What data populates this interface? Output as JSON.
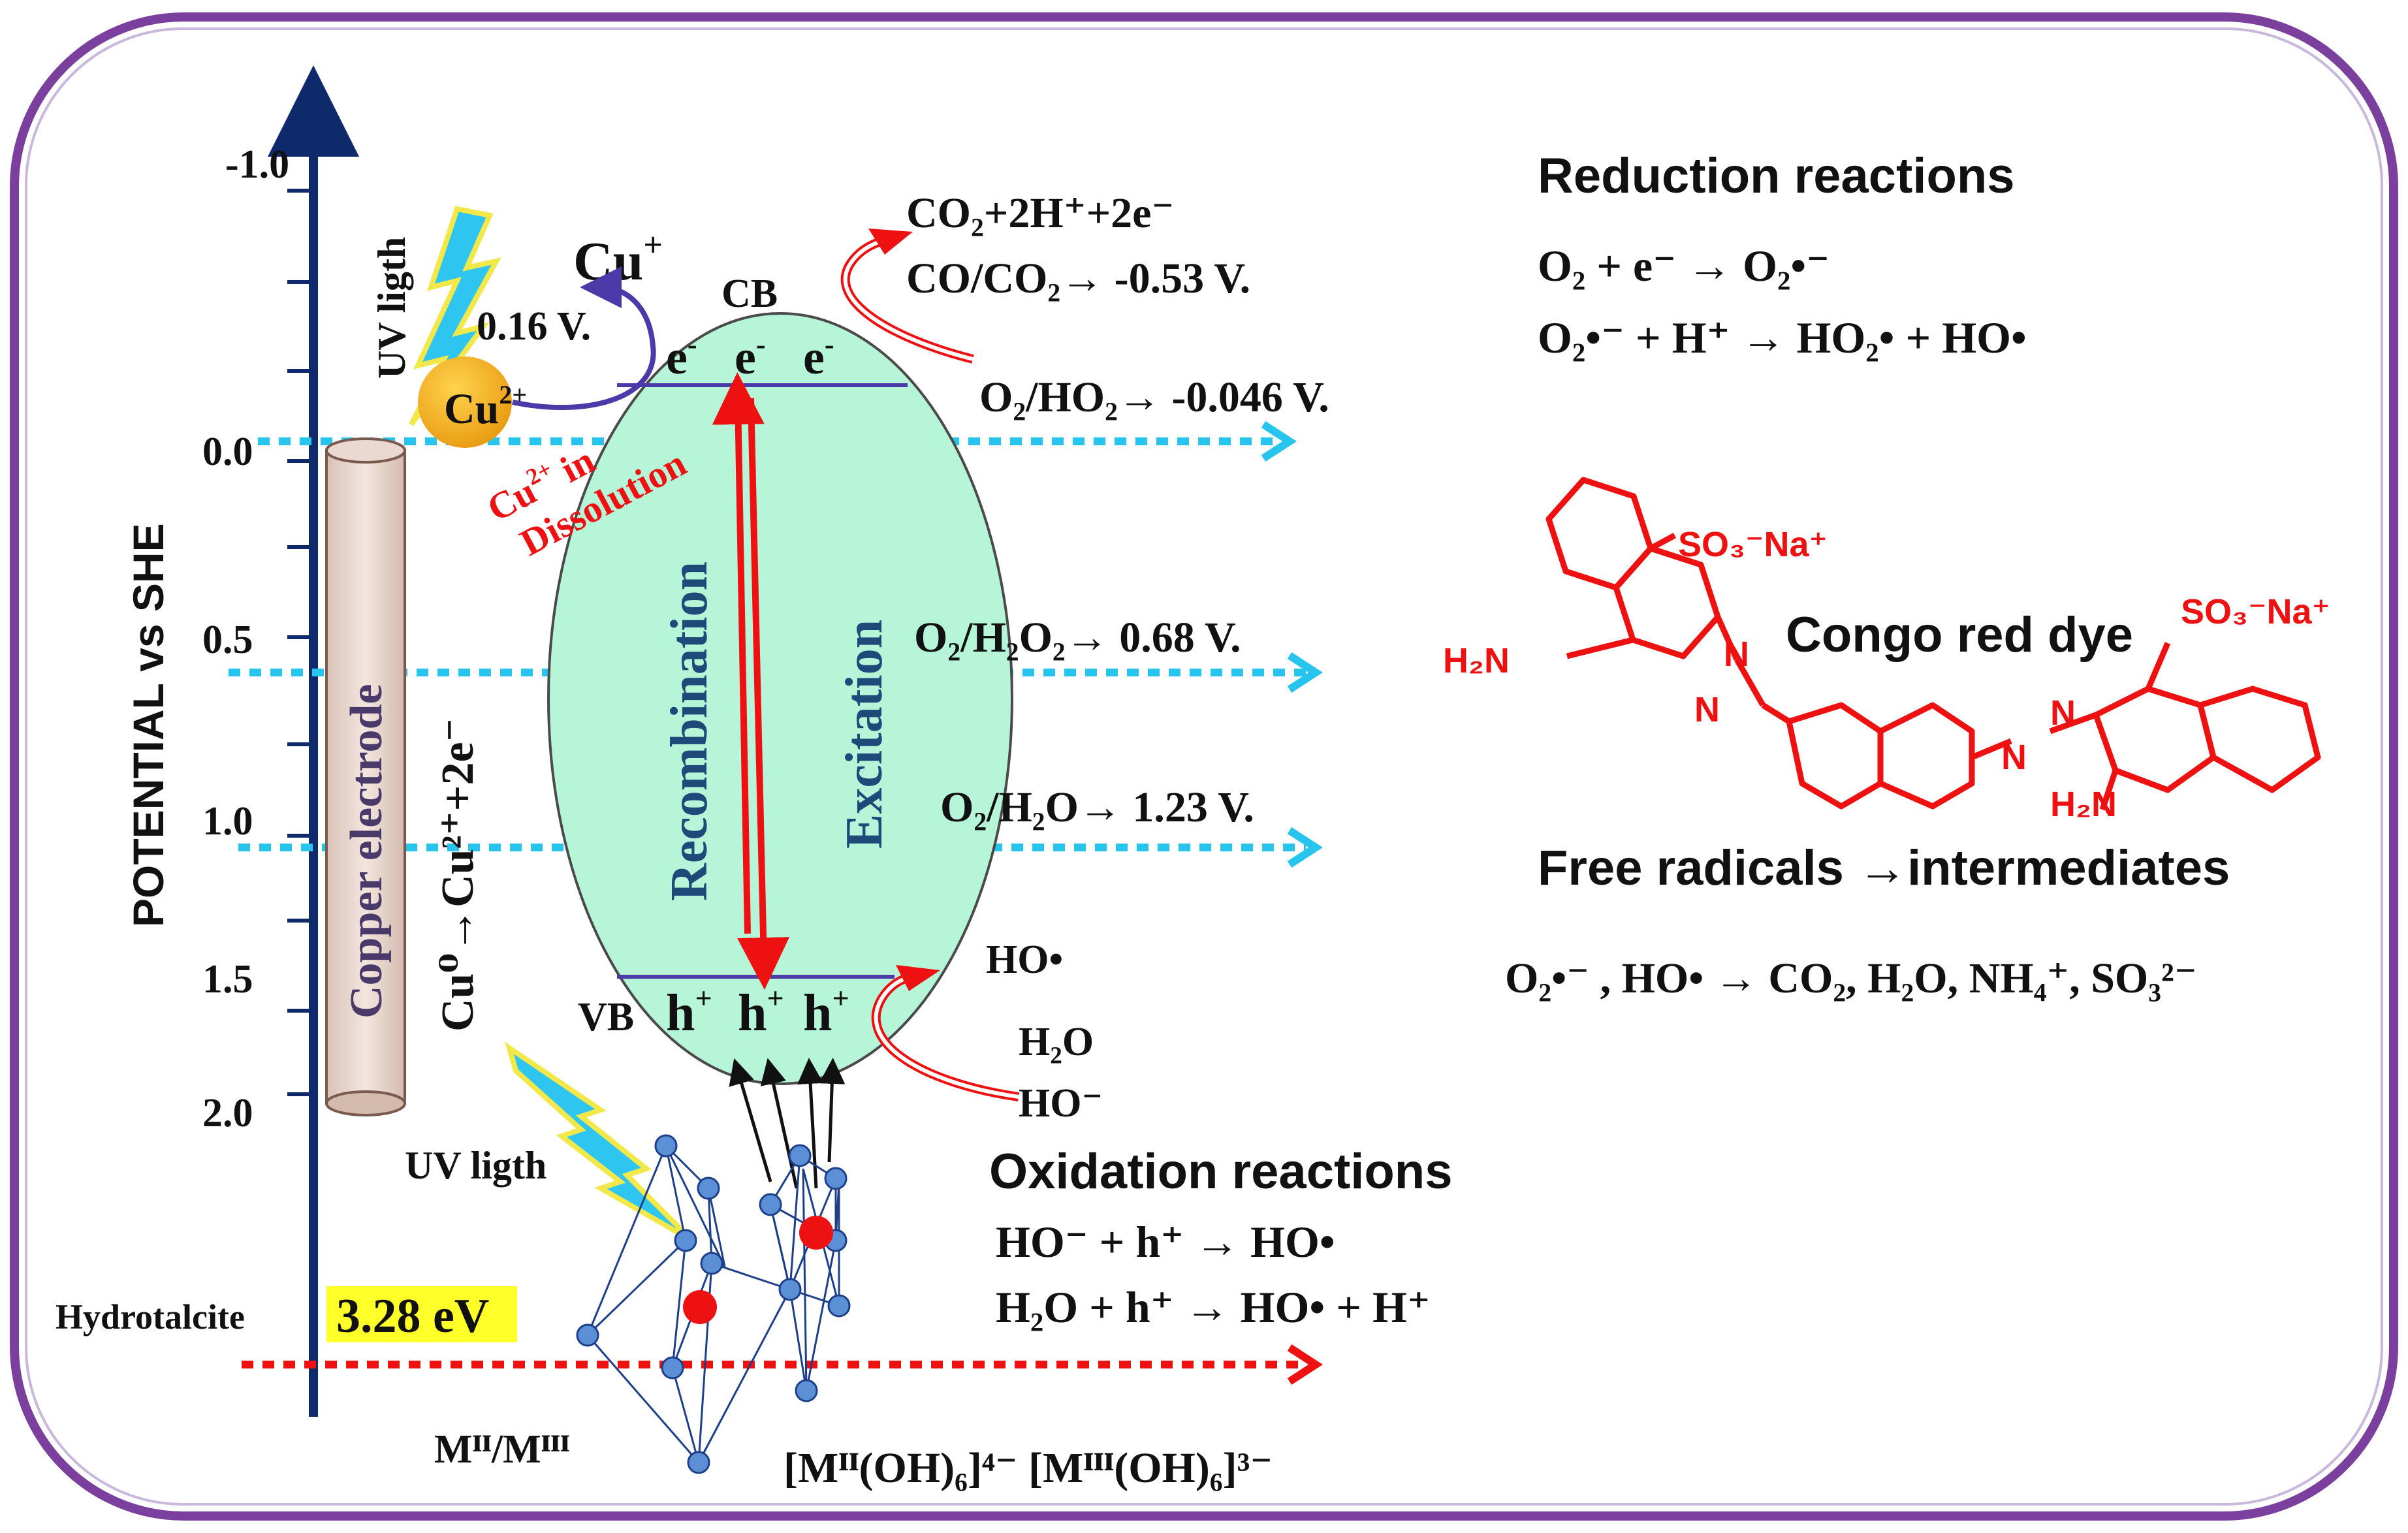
{
  "axis": {
    "label": "POTENTIAL vs SHE",
    "ticks": [
      "-1.0",
      "0.0",
      "0.5",
      "1.0",
      "1.5",
      "2.0"
    ]
  },
  "semiconductor": {
    "cb": "CB",
    "vb": "VB",
    "electrons": [
      "e",
      "e",
      "e"
    ],
    "holes": [
      "h",
      "h",
      "h"
    ],
    "recombination": "Recombination",
    "excitation": "Excitation"
  },
  "copper": {
    "electrode": "Copper electrode",
    "reaction": "Cu⁰→Cu²⁺+2e⁻",
    "cu_plus": "Cu",
    "cu_plus_sup": "+",
    "cu2_ion": "Cu",
    "cu2_ion_sup": "2+",
    "potential": "0.16 V.",
    "dissolution_line1": "Cu",
    "dissolution_sup": "2+",
    "dissolution_line1_tail": " in",
    "dissolution_line2": "Dissolution",
    "uv_label": "UV ligth"
  },
  "redox_levels": [
    {
      "id": "co2",
      "line1": "CO₂+2H⁺+2e⁻",
      "line2": "CO/CO₂→ -0.53 V."
    },
    {
      "id": "ho2",
      "text": "O₂/HO₂→  -0.046 V."
    },
    {
      "id": "h2o2",
      "text": "O₂/H₂O₂→ 0.68 V."
    },
    {
      "id": "h2o",
      "text": "O₂/H₂O→ 1.23 V."
    }
  ],
  "vb_species": {
    "ho_radical": "HO•",
    "water": "H₂O",
    "hydroxide": "HO⁻"
  },
  "hydrotalcite": {
    "label": "Hydrotalcite",
    "band_gap": "3.28 eV",
    "uv_label": "UV ligth",
    "metal_label": "Mᴵᴵ/Mᴵᴵᴵ",
    "octahedra": "[Mᴵᴵ(OH)₆]⁴⁻  [Mᴵᴵᴵ(OH)₆]³⁻"
  },
  "reduction": {
    "title": "Reduction reactions",
    "eq1": "O₂ + e⁻ → O₂•⁻",
    "eq2": "O₂•⁻  + H⁺ →  HO₂• + HO•"
  },
  "dye": {
    "name": "Congo red dye",
    "so3_left": "SO₃⁻Na⁺",
    "so3_right": "SO₃⁻Na⁺",
    "h2n_left": "H₂N",
    "h2n_right": "H₂N",
    "n": "N"
  },
  "radicals": {
    "title": "Free radicals →intermediates",
    "eq": "O₂•⁻ , HO• → CO₂, H₂O, NH₄⁺, SO₃²⁻"
  },
  "oxidation": {
    "title": "Oxidation reactions",
    "eq1": "HO⁻ + h⁺ → HO•",
    "eq2": "H₂O + h⁺  → HO• + H⁺"
  },
  "colors": {
    "frame": "#7b3f9e",
    "axis": "#0e2a6b",
    "ellipse": "#b6f5d8",
    "dotted_cyan": "#27c4ee",
    "dotted_red": "#ee1111",
    "dye": "#ee1111",
    "node": "#5b8fd6"
  }
}
